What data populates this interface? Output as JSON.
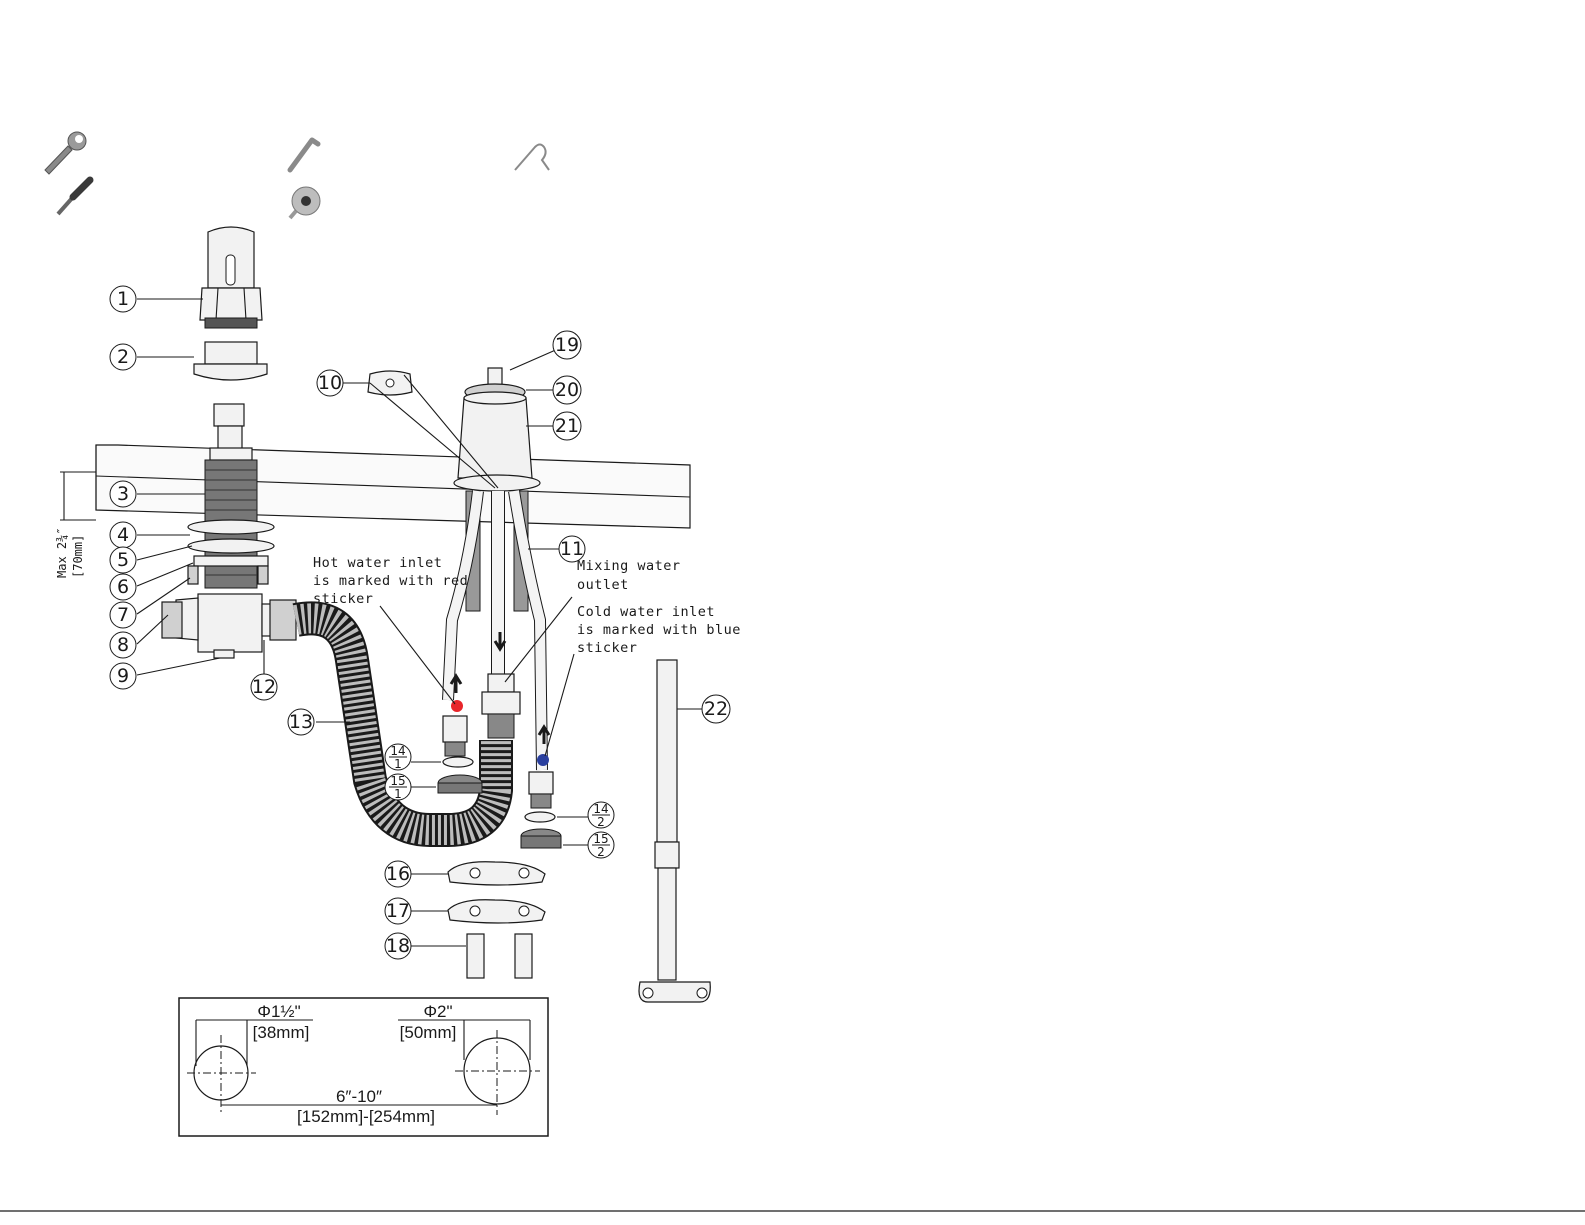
{
  "callouts": [
    "1",
    "2",
    "3",
    "4",
    "5",
    "6",
    "7",
    "8",
    "9",
    "10",
    "11",
    "12",
    "13",
    "19",
    "20",
    "21",
    "22",
    "16",
    "17",
    "18"
  ],
  "fractions": {
    "p14_1": {
      "top": "14",
      "bottom": "1"
    },
    "p15_1": {
      "top": "15",
      "bottom": "1"
    },
    "p14_2": {
      "top": "14",
      "bottom": "2"
    },
    "p15_2": {
      "top": "15",
      "bottom": "2"
    }
  },
  "notes": {
    "hot": [
      "Hot water inlet",
      "is marked with red",
      "sticker"
    ],
    "mix": [
      "Mixing water",
      "outlet"
    ],
    "cold": [
      "Cold water inlet",
      "is marked with blue",
      "sticker"
    ]
  },
  "deck_thickness": {
    "imperial": "Max 2¾″",
    "metric": "[70mm]"
  },
  "hole_diagram": {
    "hole1_imperial": "Φ1½\"",
    "hole1_metric": "[38mm]",
    "hole2_imperial": "Φ2\"",
    "hole2_metric": "[50mm]",
    "spacing_imperial": "6″-10″",
    "spacing_metric": "[152mm]-[254mm]"
  },
  "tools": [
    "adjustable-wrench-icon",
    "hex-key-icon",
    "utility-knife-icon",
    "screwdriver-icon",
    "plumbers-tape-icon"
  ],
  "sticker_colors": {
    "hot": "#e8262b",
    "cold": "#2a3f9e"
  }
}
